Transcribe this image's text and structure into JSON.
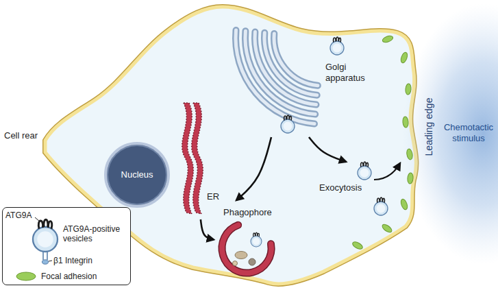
{
  "diagram": {
    "nodes": [
      {
        "text": [
          "Nucleus"
        ]
      },
      {
        "text": [
          "ER"
        ]
      },
      {
        "text": [
          "Golgi apparatus"
        ]
      },
      {
        "text": [
          "Phagophore"
        ]
      },
      {
        "text": [
          "Exocytosis"
        ]
      }
    ],
    "edges": [
      {
        "from": 1,
        "to": 3,
        "arrow": "to"
      },
      {
        "from": 2,
        "to": 3,
        "arrow": "to"
      },
      {
        "from": 2,
        "to": 4,
        "arrow": "to"
      }
    ],
    "labels": [
      "Cell rear",
      "Leading edge",
      "Chemotactic stimulus",
      "ATG9A",
      "β1 Integrin"
    ],
    "legend": [
      {
        "text": "ATG9A-positive vesicles"
      },
      {
        "text": "Focal adhesion",
        "color": "#9acd5b"
      }
    ]
  }
}
